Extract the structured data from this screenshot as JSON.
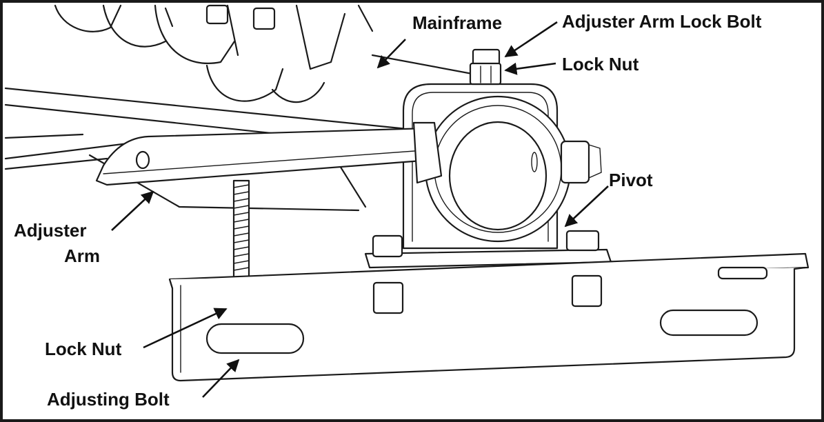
{
  "labels": {
    "mainframe": "Mainframe",
    "adjuster_arm_lock_bolt": "Adjuster Arm Lock Bolt",
    "lock_nut_top": "Lock Nut",
    "pivot": "Pivot",
    "adjuster_arm_line1": "Adjuster",
    "adjuster_arm_line2": "Arm",
    "lock_nut_bottom": "Lock Nut",
    "adjusting_bolt": "Adjusting Bolt"
  },
  "colors": {
    "ink": "#1a1a1a",
    "background": "#ffffff"
  }
}
